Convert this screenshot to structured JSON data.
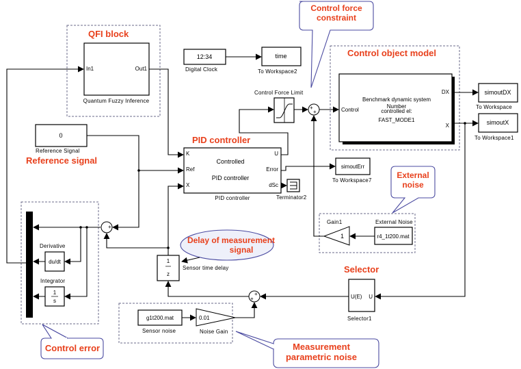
{
  "diagram": {
    "type": "simulink-block-diagram",
    "annotations": {
      "qfi_block": "QFI block",
      "control_force_constraint_l1": "Control force",
      "control_force_constraint_l2": "constraint",
      "control_object_model": "Control object model",
      "pid_controller": "PID controller",
      "reference_signal": "Reference signal",
      "external_noise_l1": "External",
      "external_noise_l2": "noise",
      "delay_l1": "Delay of measurement",
      "delay_l2": "signal",
      "selector": "Selector",
      "control_error": "Control error",
      "measurement_noise_l1": "Measurement",
      "measurement_noise_l2": "parametric noise"
    },
    "blocks": {
      "qfi": {
        "in_port": "In1",
        "out_port": "Out1",
        "caption": "Quantum Fuzzy Inference"
      },
      "digital_clock": {
        "value": "12:34",
        "caption": "Digital Clock"
      },
      "to_workspace2": {
        "value": "time",
        "caption": "To Workspace2"
      },
      "saturation": {
        "caption": "Control Force Limit"
      },
      "sum_control": {
        "signs": "++"
      },
      "plant": {
        "in_port": "Control",
        "out_port_dx": "DX",
        "out_port_x": "X",
        "text_l1": "Benchmark dynamic system",
        "text_l2": "Number",
        "text_l3": "controlled el:",
        "text_l4": "FAST_MODE1"
      },
      "to_workspace": {
        "value": "simoutDX",
        "caption": "To Workspace"
      },
      "to_workspace1": {
        "value": "simoutX",
        "caption": "To Workspace1"
      },
      "reference": {
        "value": "0",
        "caption": "Reference Signal"
      },
      "pid": {
        "port_k": "K",
        "port_ref": "Ref",
        "port_x": "X",
        "port_u": "U",
        "port_error": "Error",
        "port_dsc": "dSc",
        "text_l1": "Controlled",
        "text_l2": "PID controller",
        "caption": "PID controller"
      },
      "to_workspace7": {
        "value": "simoutErr",
        "caption": "To Workspace7"
      },
      "terminator": {
        "caption": "Terminator2"
      },
      "gain1": {
        "value": "1",
        "caption": "Gain1"
      },
      "external_noise": {
        "value": "r4_1t200.mat",
        "caption": "External Noise"
      },
      "sum_error": {
        "signs": "-+"
      },
      "derivative": {
        "value": "du/dt",
        "caption": "Derivative"
      },
      "integrator": {
        "num": "1",
        "den": "s",
        "caption": "Integrator"
      },
      "delay": {
        "num": "1",
        "den": "z",
        "caption": "Sensor time delay"
      },
      "selector1": {
        "port_in": "U",
        "port_out": "U(E)",
        "caption": "Selector1"
      },
      "sum_noise": {
        "signs": "++"
      },
      "sensor_noise": {
        "value": "g1t200.mat",
        "caption": "Sensor noise"
      },
      "noise_gain": {
        "value": "0.01",
        "caption": "Noise Gain"
      }
    },
    "colors": {
      "annotation_text": "#e8401c",
      "callout_border": "#4a4aa0",
      "group_border": "#6a6a8a"
    }
  }
}
